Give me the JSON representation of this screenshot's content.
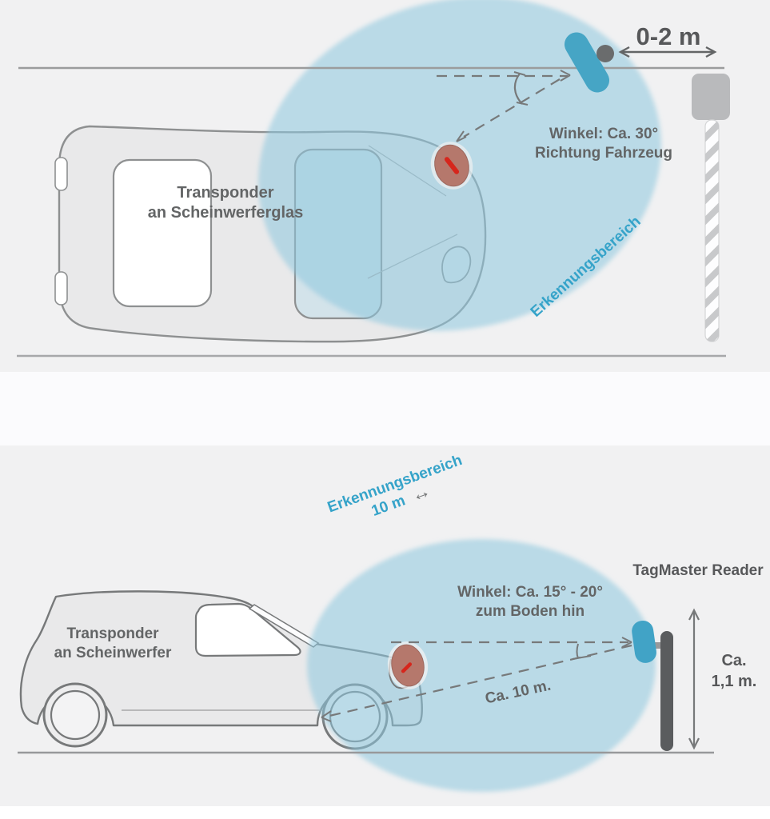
{
  "top_panel": {
    "distance_label": "0-2 m",
    "angle_label": {
      "line1": "Winkel: Ca. 30°",
      "line2": "Richtung Fahrzeug"
    },
    "transponder_label": {
      "line1": "Transponder",
      "line2": "an Scheinwerferglas"
    },
    "detection_label": "Erkennungsbereich"
  },
  "bottom_panel": {
    "detection_label": {
      "line1": "Erkennungsbereich",
      "line2": "10 m"
    },
    "reader_label": "TagMaster Reader",
    "angle_label": {
      "line1": "Winkel: Ca. 15° - 20°",
      "line2": "zum Boden hin"
    },
    "transponder_label": {
      "line1": "Transponder",
      "line2": "an Scheinwerfer"
    },
    "distance_label": "Ca. 10 m.",
    "height_label": {
      "line1": "Ca.",
      "line2": "1,1 m."
    }
  },
  "icons": {
    "range_arrow": "↔"
  },
  "colors": {
    "panel_background": "#f1f1f2",
    "detection_area": "#bad9e8",
    "reader_teal": "#43a4c6",
    "transponder_body": "#b5786c",
    "transponder_mark": "#d6261c",
    "car_body": "#e9e9ea",
    "text_gray": "#636566",
    "text_blue": "#35a3c9",
    "post_dark": "#5a5c5e",
    "pole_gray": "#b9babc"
  }
}
